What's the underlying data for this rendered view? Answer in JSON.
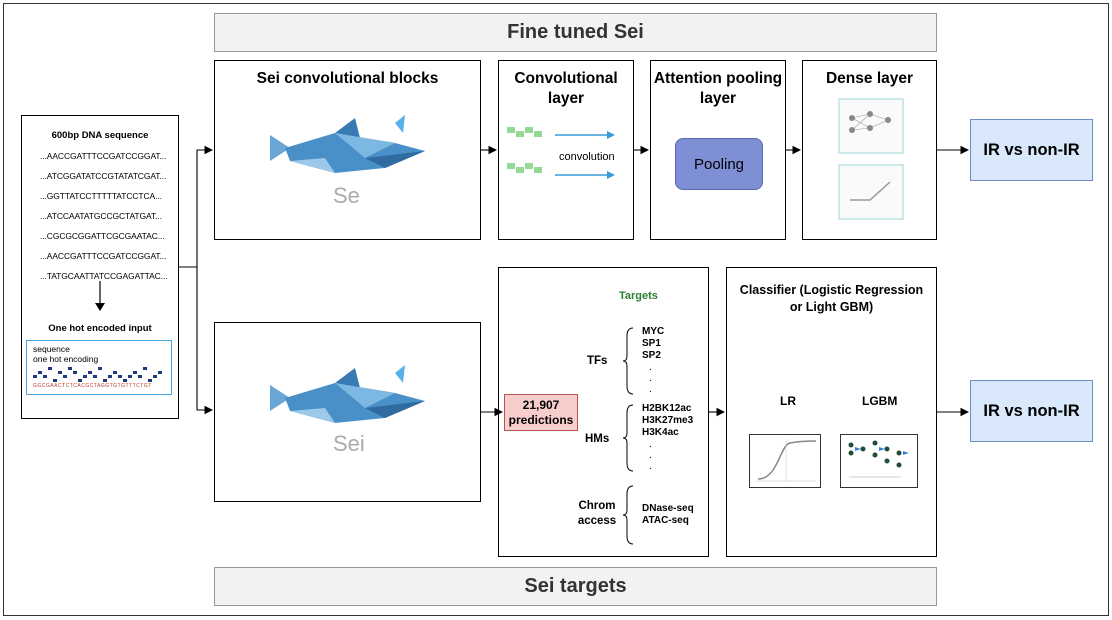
{
  "top_banner": "Fine tuned Sei",
  "bottom_banner": "Sei targets",
  "input": {
    "title": "600bp DNA sequence",
    "sequences": [
      "...AACCGATTTCCGATCCGGAT...",
      "...ATCGGATATCCGTATATCGAT...",
      "...GGTTATCCTTTTTATCCTCA...",
      "...ATCCAATATGCCGCTATGAT...",
      "...CGCGCGGATTCGCGAATAC...",
      "...AACCGATTTCCGATCCGGAT...",
      "...TATGCAATTATCCGAGATTAC..."
    ],
    "one_hot_title": "One hot encoded input",
    "one_hot_line1": "sequence",
    "one_hot_line2": "one hot encoding",
    "one_hot_bases": "GGCGAACTCTCACGCTAGGTGTGTTTCTGT"
  },
  "blocks": {
    "sei_conv": "Sei convolutional blocks",
    "sei_logo_top": "Se",
    "conv_layer": "Convolutional layer",
    "conv_label": "convolution",
    "attention": "Attention pooling layer",
    "pooling": "Pooling",
    "dense": "Dense layer",
    "sei_logo_bottom": "Sei"
  },
  "outputs": {
    "top": "IR vs non-IR",
    "bottom": "IR vs non-IR"
  },
  "predictions": {
    "count": "21,907",
    "label": "predictions"
  },
  "targets": {
    "title": "Targets",
    "tfs_label": "TFs",
    "tfs": [
      "MYC",
      "SP1",
      "SP2"
    ],
    "hms_label": "HMs",
    "hms": [
      "H2BK12ac",
      "H3K27me3",
      "H3K4ac"
    ],
    "chrom_label_1": "Chrom",
    "chrom_label_2": "access",
    "chrom": [
      "DNase-seq",
      "ATAC-seq"
    ]
  },
  "classifier": {
    "title": "Classifier (Logistic Regression or Light GBM)",
    "lr": "LR",
    "lgbm": "LGBM"
  },
  "colors": {
    "arrow": "#000000",
    "ir_fill": "#dae8fc",
    "ir_border": "#6c8ebf",
    "pooling_fill": "#7e8fd6",
    "pred_fill": "#f8cecc",
    "pred_border": "#b85450",
    "targets_title": "#2e7d32",
    "shark": "#4a90c8"
  }
}
